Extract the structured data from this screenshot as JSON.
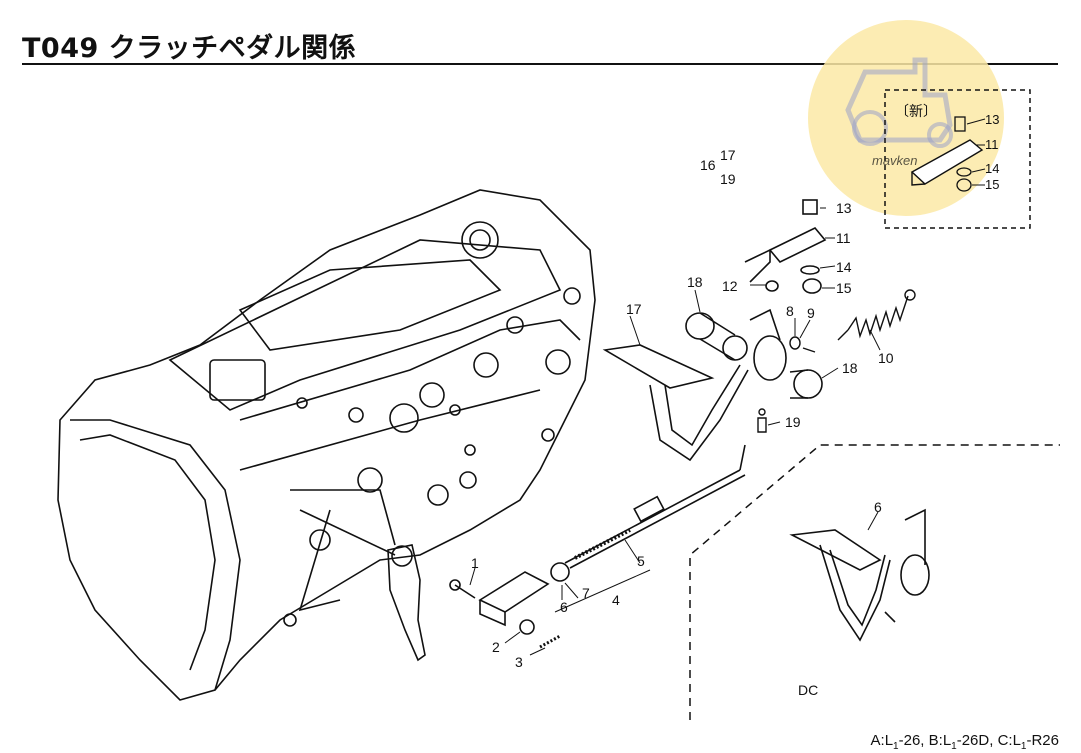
{
  "header": {
    "title": "T049 クラッチペダル関係"
  },
  "watermark": {
    "badge": "〔新〕",
    "text": "mavken"
  },
  "labels": {
    "p1": "1",
    "p2": "2",
    "p3": "3",
    "p4": "4",
    "p5": "5",
    "p6": "6",
    "p7": "7",
    "p8": "8",
    "p9": "9",
    "p10": "10",
    "p11": "11",
    "p12": "12",
    "p13": "13",
    "p14": "14",
    "p15": "15",
    "p16": "16",
    "p17": "17",
    "p18": "18",
    "p19": "19",
    "inset_p13": "13",
    "inset_p11": "11",
    "inset_p14": "14",
    "inset_p15": "15",
    "dc_p6": "6",
    "dc": "DC"
  },
  "footer": {
    "a_prefix": "A:L",
    "a_sub": "1",
    "a_suffix": "-26,",
    "b_prefix": "B:L",
    "b_sub": "1",
    "b_suffix": "-26D,",
    "c_prefix": "C:L",
    "c_sub": "1",
    "c_suffix": "-R26"
  }
}
